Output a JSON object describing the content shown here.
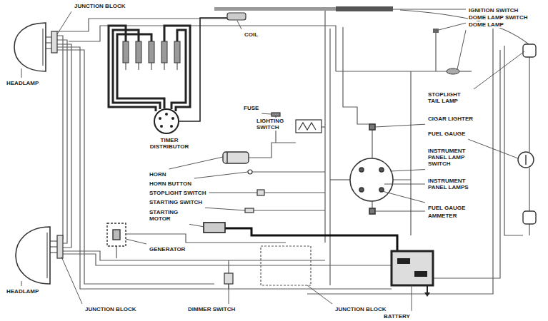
{
  "diagram": {
    "labels": [
      "JUNCTION BLOCK",
      "COIL",
      "IGNITION SWITCH",
      "DOME LAMP SWITCH",
      "DOME LAMP",
      "HEADLAMP",
      "FUSE",
      "LIGHTING SWITCH",
      "STOPLIGHT TAIL LAMP",
      "CIGAR LIGHTER",
      "FUEL GAUGE",
      "INSTRUMENT PANEL LAMP SWITCH",
      "INSTRUMENT PANEL LAMPS",
      "FUEL GAUGE",
      "AMMETER",
      "TIMER DISTRIBUTOR",
      "HORN",
      "HORN BUTTON",
      "STOPLIGHT SWITCH",
      "STARTING SWITCH",
      "STARTING MOTOR",
      "GENERATOR",
      "HEADLAMP",
      "JUNCTION BLOCK",
      "DIMMER SWITCH",
      "JUNCTION BLOCK",
      "BATTERY"
    ]
  }
}
